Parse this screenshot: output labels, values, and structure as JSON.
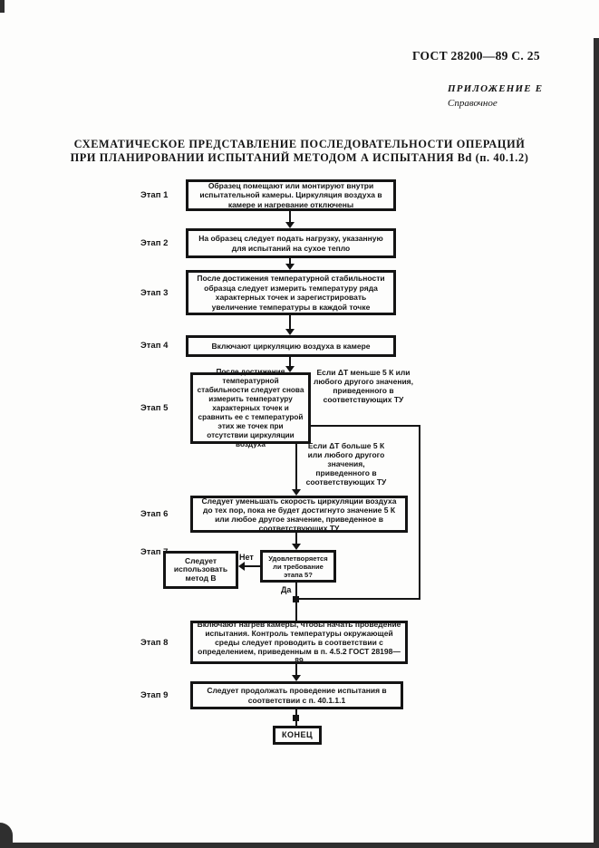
{
  "document": {
    "header_right": "ГОСТ 28200—89 С. 25",
    "appendix_title": "ПРИЛОЖЕНИЕ Е",
    "appendix_subtitle": "Справочное",
    "title_line1": "СХЕМАТИЧЕСКОЕ ПРЕДСТАВЛЕНИЕ ПОСЛЕДОВАТЕЛЬНОСТИ ОПЕРАЦИЙ",
    "title_line2": "ПРИ ПЛАНИРОВАНИИ ИСПЫТАНИЙ МЕТОДОМ А ИСПЫТАНИЯ Bd (п. 40.1.2)"
  },
  "flowchart": {
    "stages": [
      {
        "label": "Этап 1",
        "text": "Образец помещают или монтируют внутри испытательной камеры. Циркуляция воздуха в камере и нагревание отключены"
      },
      {
        "label": "Этап 2",
        "text": "На образец следует подать нагрузку, указанную для испытаний на сухое тепло"
      },
      {
        "label": "Этап 3",
        "text": "После достижения температурной стабильности образца следует измерить температуру ряда характерных точек и зарегистрировать увеличение температуры в каждой точке"
      },
      {
        "label": "Этап 4",
        "text": "Включают циркуляцию воздуха в камере"
      },
      {
        "label": "Этап 5",
        "text": "После достижения температурной стабильности следует снова измерить температуру характерных точек и сравнить ее с температурой этих же точек при отсутствии циркуляции воздуха"
      },
      {
        "label": "Этап 6",
        "text": "Следует уменьшать скорость циркуляции воздуха до тех пор, пока не будет достигнуто значение 5 К или любое другое значение, приведенное в соответствующих ТУ"
      },
      {
        "label": "Этап 7",
        "text": ""
      },
      {
        "label": "Этап 8",
        "text": "Включают нагрев камеры, чтобы начать проведение испытания. Контроль температуры окружающей среды следует проводить в соответствии с определением, приведенным в п. 4.5.2 ГОСТ 28198—89"
      },
      {
        "label": "Этап 9",
        "text": "Следует продолжать проведение испытания в соответствии с п. 40.1.1.1"
      }
    ],
    "branch_less": "Если ΔT меньше 5 К или любого другого значения, приведенного в соответствующих ТУ",
    "branch_more": "Если ΔT больше 5 К или любого другого значения, приведенного в соответствующих ТУ",
    "decision_question": "Удовлетворяется ли требование этапа 5?",
    "method_b_text": "Следует использовать метод В",
    "label_no": "Нет",
    "label_yes": "Да",
    "terminal": "КОНЕЦ"
  },
  "colors": {
    "ink": "#141414",
    "paper": "#fdfdfc"
  }
}
